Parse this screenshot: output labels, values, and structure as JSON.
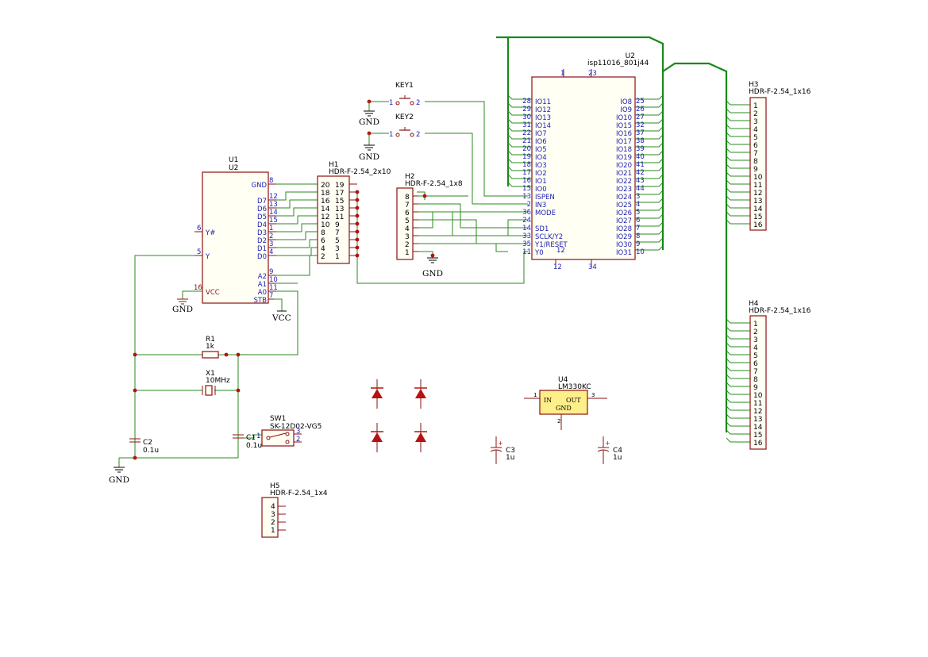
{
  "colors": {
    "wire": "#2b8a1e",
    "bus": "#168a16",
    "body": "#8e1010",
    "pin_text": "#1f22b4",
    "pin_num": "#8e1010",
    "regulator_fill": "#ffef8a"
  },
  "u1": {
    "ref": "U1",
    "value": "U2",
    "left_pins": [
      {
        "num": "6",
        "name": "Y#"
      },
      {
        "num": "5",
        "name": "Y"
      },
      {
        "num": "16",
        "name": "VCC"
      }
    ],
    "right_pins": [
      {
        "num": "8",
        "name": "GND"
      },
      {
        "num": "12",
        "name": "D7"
      },
      {
        "num": "13",
        "name": "D6"
      },
      {
        "num": "14",
        "name": "D5"
      },
      {
        "num": "15",
        "name": "D4"
      },
      {
        "num": "1",
        "name": "D3"
      },
      {
        "num": "2",
        "name": "D2"
      },
      {
        "num": "3",
        "name": "D1"
      },
      {
        "num": "4",
        "name": "D0"
      },
      {
        "num": "9",
        "name": "A2"
      },
      {
        "num": "10",
        "name": "A1"
      },
      {
        "num": "11",
        "name": "A0"
      },
      {
        "num": "7",
        "name": "STB"
      }
    ]
  },
  "h1": {
    "ref": "H1",
    "value": "HDR-F-2.54_2x10",
    "left": [
      "20",
      "18",
      "16",
      "14",
      "12",
      "10",
      "8",
      "6",
      "4",
      "2"
    ],
    "right": [
      "19",
      "17",
      "15",
      "13",
      "11",
      "9",
      "7",
      "5",
      "3",
      "1"
    ]
  },
  "h2": {
    "ref": "H2",
    "value": "HDR-F-2.54_1x8",
    "pins": [
      "8",
      "7",
      "6",
      "5",
      "4",
      "3",
      "2",
      "1"
    ]
  },
  "key1": {
    "ref": "KEY1",
    "pin1": "1",
    "pin2": "2"
  },
  "key2": {
    "ref": "KEY2",
    "pin1": "1",
    "pin2": "2"
  },
  "u2": {
    "ref": "U2",
    "value": "isp11016_801j44",
    "top_pins": [
      "1",
      "23"
    ],
    "left_pins": [
      {
        "num": "28",
        "name": "IO11"
      },
      {
        "num": "29",
        "name": "IO12"
      },
      {
        "num": "30",
        "name": "IO13"
      },
      {
        "num": "31",
        "name": "IO14"
      },
      {
        "num": "22",
        "name": "IO7"
      },
      {
        "num": "21",
        "name": "IO6"
      },
      {
        "num": "20",
        "name": "IO5"
      },
      {
        "num": "19",
        "name": "IO4"
      },
      {
        "num": "18",
        "name": "IO3"
      },
      {
        "num": "17",
        "name": "IO2"
      },
      {
        "num": "16",
        "name": "IO1"
      },
      {
        "num": "15",
        "name": "IO0"
      },
      {
        "num": "13",
        "name": "ISPEN"
      },
      {
        "num": "2",
        "name": "IN3"
      },
      {
        "num": "36",
        "name": "MODE"
      },
      {
        "num": "24",
        "name": ""
      },
      {
        "num": "14",
        "name": "SD1"
      },
      {
        "num": "33",
        "name": "SCLK/Y2"
      },
      {
        "num": "35",
        "name": "Y1/RESET"
      },
      {
        "num": "11",
        "name": "Y0"
      }
    ],
    "right_pins": [
      {
        "num": "25",
        "name": "IO8"
      },
      {
        "num": "26",
        "name": "IO9"
      },
      {
        "num": "27",
        "name": "IO10"
      },
      {
        "num": "32",
        "name": "IO15"
      },
      {
        "num": "37",
        "name": "IO16"
      },
      {
        "num": "38",
        "name": "IO17"
      },
      {
        "num": "39",
        "name": "IO18"
      },
      {
        "num": "40",
        "name": "IO19"
      },
      {
        "num": "41",
        "name": "IO20"
      },
      {
        "num": "42",
        "name": "IO21"
      },
      {
        "num": "43",
        "name": "IO22"
      },
      {
        "num": "44",
        "name": "IO23"
      },
      {
        "num": "3",
        "name": "IO24"
      },
      {
        "num": "4",
        "name": "IO25"
      },
      {
        "num": "5",
        "name": "IO26"
      },
      {
        "num": "6",
        "name": "IO27"
      },
      {
        "num": "7",
        "name": "IO28"
      },
      {
        "num": "8",
        "name": "IO29"
      },
      {
        "num": "9",
        "name": "IO30"
      },
      {
        "num": "10",
        "name": "IO31"
      }
    ],
    "bottom_pins": [
      "12",
      "34"
    ],
    "inner_pin": "12"
  },
  "h3": {
    "ref": "H3",
    "value": "HDR-F-2.54_1x16",
    "pins": [
      "1",
      "2",
      "3",
      "4",
      "5",
      "6",
      "7",
      "8",
      "9",
      "10",
      "11",
      "12",
      "13",
      "14",
      "15",
      "16"
    ]
  },
  "h4": {
    "ref": "H4",
    "value": "HDR-F-2.54_1x16",
    "pins": [
      "1",
      "2",
      "3",
      "4",
      "5",
      "6",
      "7",
      "8",
      "9",
      "10",
      "11",
      "12",
      "13",
      "14",
      "15",
      "16"
    ]
  },
  "h5": {
    "ref": "H5",
    "value": "HDR-F-2.54_1x4",
    "pins": [
      "4",
      "3",
      "2",
      "1"
    ]
  },
  "r1": {
    "ref": "R1",
    "value": "1k"
  },
  "x1": {
    "ref": "X1",
    "value": "10MHz"
  },
  "c1": {
    "ref": "C1",
    "value": "0.1u"
  },
  "c2": {
    "ref": "C2",
    "value": "0.1u"
  },
  "c3": {
    "ref": "C3",
    "value": "1u",
    "plus": "+"
  },
  "c4": {
    "ref": "C4",
    "value": "1u",
    "plus": "+"
  },
  "sw1": {
    "ref": "SW1",
    "value": "SK-12D02-VG5",
    "pins": [
      "1",
      "2",
      "3"
    ]
  },
  "u4": {
    "ref": "U4",
    "value": "LM330KC",
    "in": "IN",
    "out": "OUT",
    "gnd": "GND",
    "pin_in": "1",
    "pin_out": "3",
    "pin_gnd": "2"
  },
  "power": {
    "gnd": "GND",
    "vcc": "VCC"
  }
}
